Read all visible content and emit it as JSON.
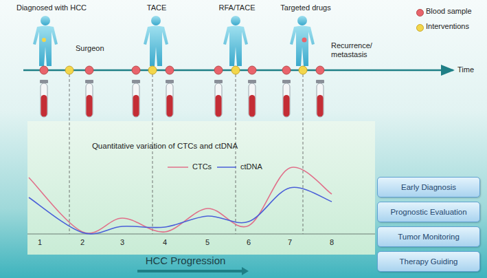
{
  "diagram": {
    "nodes": [
      {
        "text": [
          "Early Diagnosis"
        ]
      },
      {
        "text": [
          "Prognostic Evaluation"
        ]
      },
      {
        "text": [
          "Tumor Monitoring"
        ]
      },
      {
        "text": [
          "Therapy Guiding"
        ]
      }
    ],
    "edges": [],
    "labels": [
      "Diagnosed with HCC",
      "TACE",
      "RFA/TACE",
      "Targeted drugs",
      "Surgeon",
      "Recurrence/ metastasis",
      "Time",
      "Quantitative variation of CTCs and ctDNA",
      "1",
      "2",
      "3",
      "4",
      "5",
      "6",
      "7",
      "8",
      "HCC Progression"
    ],
    "legend": [
      {
        "text": "Blood sample",
        "color": "#e8646c"
      },
      {
        "text": "Interventions",
        "color": "#f2d64b"
      },
      {
        "text": "CTCs"
      },
      {
        "text": "ctDNA"
      }
    ]
  }
}
